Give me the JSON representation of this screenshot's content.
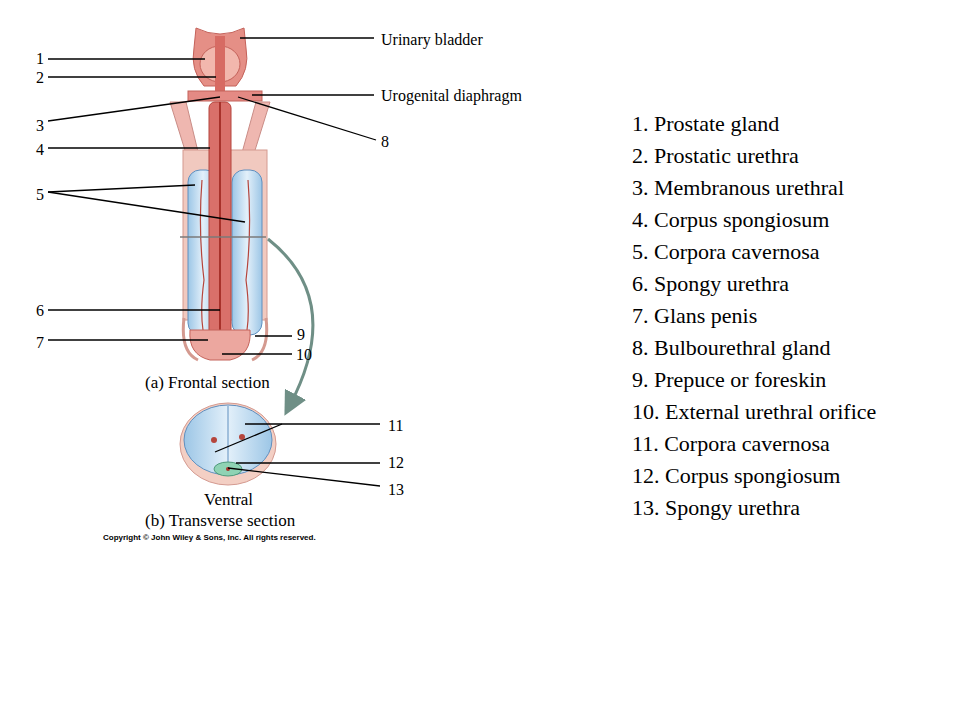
{
  "diagram": {
    "labels": [
      "Urinary bladder",
      "1",
      "2",
      "Urogenital diaphragm",
      "3",
      "8",
      "4",
      "5",
      "6",
      "7",
      "9",
      "10",
      "(a) Frontal section",
      "11",
      "12",
      "13",
      "Ventral",
      "(b) Transverse section",
      "Copyright © John Wiley & Sons, Inc. All rights reserved.",
      "1. Prostate gland",
      "2. Prostatic urethra",
      "3. Membranous urethral",
      "4. Corpus spongiosum",
      "5. Corpora cavernosa",
      "6. Spongy urethra",
      "7. Glans penis",
      "8. Bulbourethral gland",
      "9. Prepuce or foreskin",
      "10. External urethral orifice",
      "11. Corpora cavernosa",
      "12. Corpus spongiosum",
      "13. Spongy urethra"
    ]
  }
}
